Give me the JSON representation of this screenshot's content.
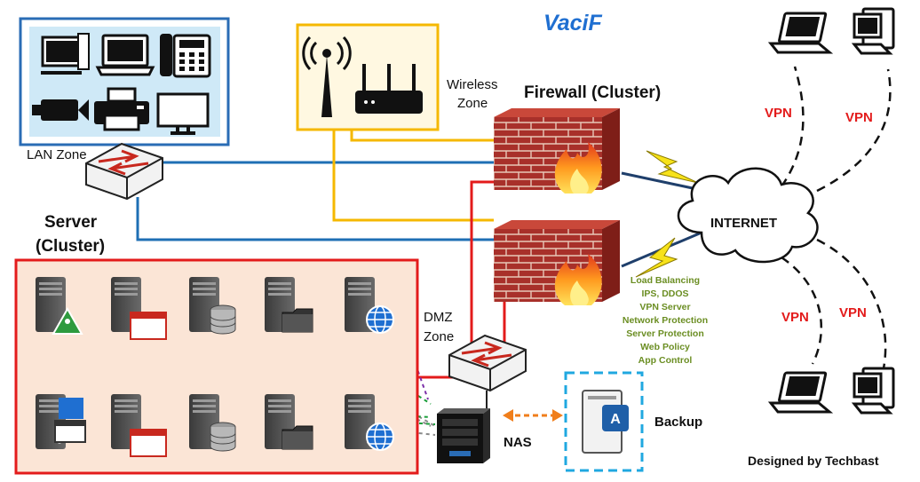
{
  "brand": {
    "text": "VaciF",
    "color": "#1f6fd1"
  },
  "zones": {
    "lan": "LAN Zone",
    "wireless_line1": "Wireless",
    "wireless_line2": "Zone",
    "dmz_line1": "DMZ",
    "dmz_line2": "Zone"
  },
  "firewall": {
    "title": "Firewall (Cluster)"
  },
  "server": {
    "title_line1": "Server",
    "title_line2": "(Cluster)"
  },
  "internet": {
    "label": "INTERNET"
  },
  "vpn": {
    "label": "VPN",
    "color": "#e31b1b"
  },
  "features": {
    "color": "#6b8e23",
    "items": [
      "Load Balancing",
      "IPS, DDOS",
      "VPN Server",
      "Network Protection",
      "Server Protection",
      "Web Policy",
      "App Control"
    ]
  },
  "nas": {
    "label": "NAS"
  },
  "backup": {
    "label": "Backup"
  },
  "credit": "Designed by Techbast",
  "colors": {
    "lan_line": "#1f6fb4",
    "wireless_line": "#f5b800",
    "dmz_line": "#e31b1b",
    "lan_box": "#2a6cb5",
    "server_box_border": "#e31b1b",
    "server_box_fill": "#fbe5d6",
    "wireless_box_fill": "#fff8e1",
    "backup_box": "#20a8e0",
    "green_dash": "#1a9e3a",
    "purple_dash": "#7b2fa8",
    "gray_dash": "#8a8a8a",
    "orange_arrow": "#f07e1b"
  },
  "icons": {
    "lan_devices": [
      "desktop-icon",
      "laptop-icon",
      "ip-phone-icon",
      "camera-icon",
      "printer-icon",
      "monitor-icon"
    ],
    "wireless_devices": [
      "antenna-icon",
      "router-icon"
    ],
    "servers_top": [
      "ad-server-icon",
      "web-app-server-icon",
      "database-server-icon",
      "file-server-icon",
      "web-server-icon"
    ],
    "servers_bottom": [
      "exchange-server-icon",
      "web-app-server-icon",
      "database-server-icon",
      "file-server-icon",
      "web-server-icon"
    ]
  }
}
